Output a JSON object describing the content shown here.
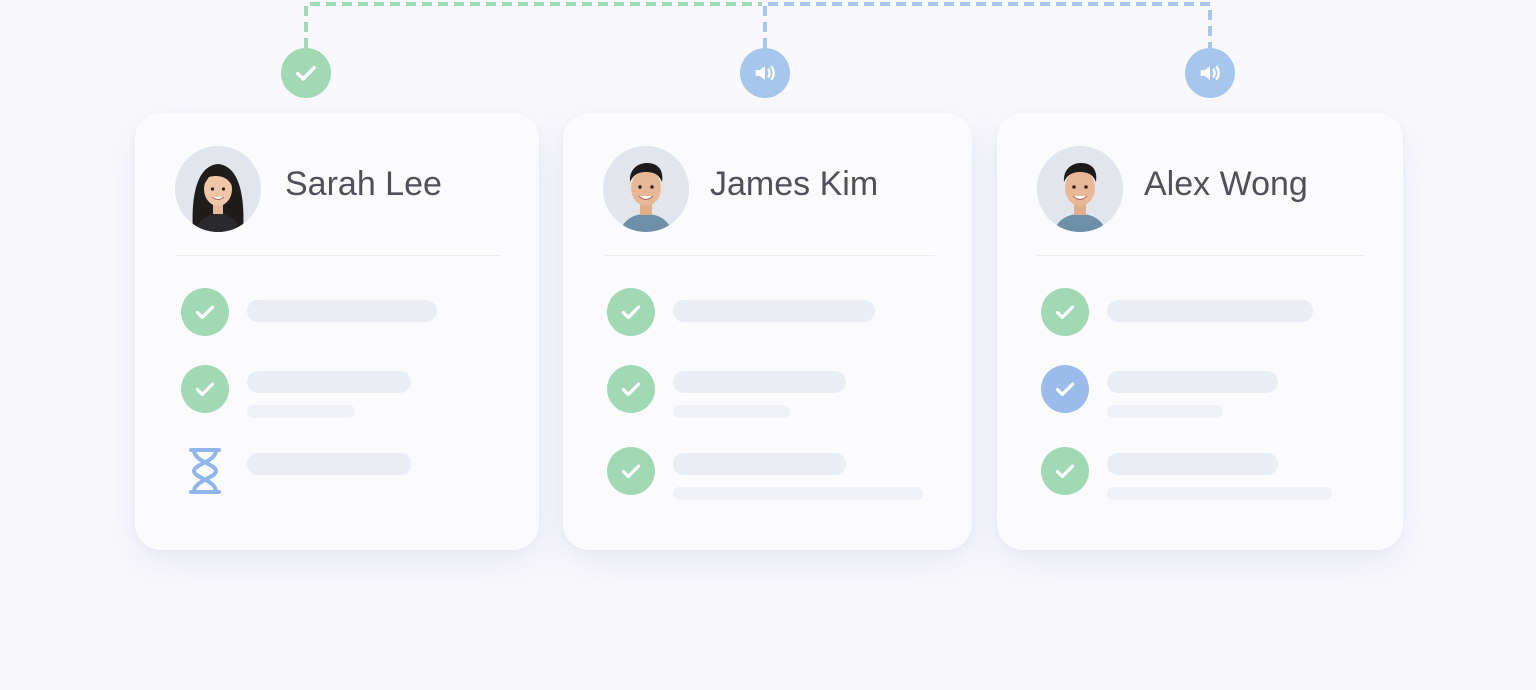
{
  "colors": {
    "done_green": "#a0d9b4",
    "accent_blue": "#a7c6ee",
    "checked_blue": "#9bbbea",
    "placeholder": "#eaedf4",
    "text": "#4f5059"
  },
  "connectors": [
    {
      "name": "sarah-connector",
      "color": "#a0d9b4"
    },
    {
      "name": "james-connector",
      "color": "#a7c6ee"
    },
    {
      "name": "alex-connector",
      "color": "#a7c6ee"
    }
  ],
  "top_badges": [
    {
      "name": "sarah-status-badge",
      "icon": "check-icon",
      "color": "#a0d9b4"
    },
    {
      "name": "james-status-badge",
      "icon": "speaker-icon",
      "color": "#a7c6ee"
    },
    {
      "name": "alex-status-badge",
      "icon": "speaker-icon",
      "color": "#a7c6ee"
    }
  ],
  "cards": [
    {
      "name": "Sarah Lee",
      "avatar_icon": "woman-avatar",
      "items": [
        {
          "status": "check-icon",
          "color": "#a0d9b4",
          "lines": 1
        },
        {
          "status": "check-icon",
          "color": "#a0d9b4",
          "lines": 2
        },
        {
          "status": "hourglass-icon",
          "color": "#a7c6ee",
          "lines": 1
        }
      ]
    },
    {
      "name": "James Kim",
      "avatar_icon": "man-avatar",
      "items": [
        {
          "status": "check-icon",
          "color": "#a0d9b4",
          "lines": 1
        },
        {
          "status": "check-icon",
          "color": "#a0d9b4",
          "lines": 2
        },
        {
          "status": "check-icon",
          "color": "#a0d9b4",
          "lines": 2
        }
      ]
    },
    {
      "name": "Alex Wong",
      "avatar_icon": "man-avatar",
      "items": [
        {
          "status": "check-icon",
          "color": "#a0d9b4",
          "lines": 1
        },
        {
          "status": "check-icon",
          "color": "#9bbbea",
          "lines": 2
        },
        {
          "status": "check-icon",
          "color": "#a0d9b4",
          "lines": 2
        }
      ]
    }
  ]
}
